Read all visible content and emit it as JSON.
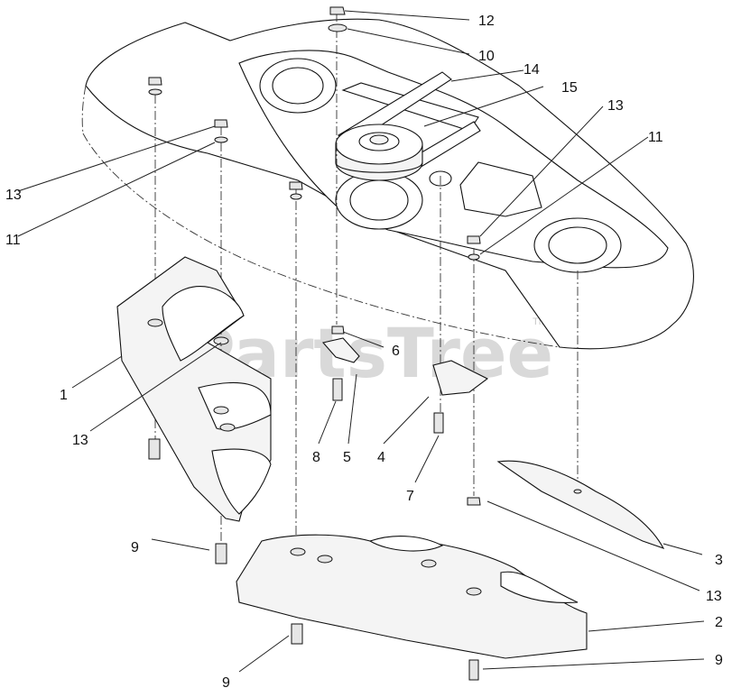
{
  "watermark": {
    "text": "PartsTree",
    "trademark": "TM"
  },
  "callouts": [
    {
      "id": "c12",
      "text": "12"
    },
    {
      "id": "c10",
      "text": "10"
    },
    {
      "id": "c14",
      "text": "14"
    },
    {
      "id": "c15",
      "text": "15"
    },
    {
      "id": "c13a",
      "text": "13"
    },
    {
      "id": "c11a",
      "text": "11"
    },
    {
      "id": "c13b",
      "text": "13"
    },
    {
      "id": "c11b",
      "text": "11"
    },
    {
      "id": "c6",
      "text": "6"
    },
    {
      "id": "c1",
      "text": "1"
    },
    {
      "id": "c13c",
      "text": "13"
    },
    {
      "id": "c8",
      "text": "8"
    },
    {
      "id": "c5",
      "text": "5"
    },
    {
      "id": "c4",
      "text": "4"
    },
    {
      "id": "c7",
      "text": "7"
    },
    {
      "id": "c9a",
      "text": "9"
    },
    {
      "id": "c3",
      "text": "3"
    },
    {
      "id": "c13d",
      "text": "13"
    },
    {
      "id": "c2",
      "text": "2"
    },
    {
      "id": "c9b",
      "text": "9"
    },
    {
      "id": "c9c",
      "text": "9"
    }
  ]
}
